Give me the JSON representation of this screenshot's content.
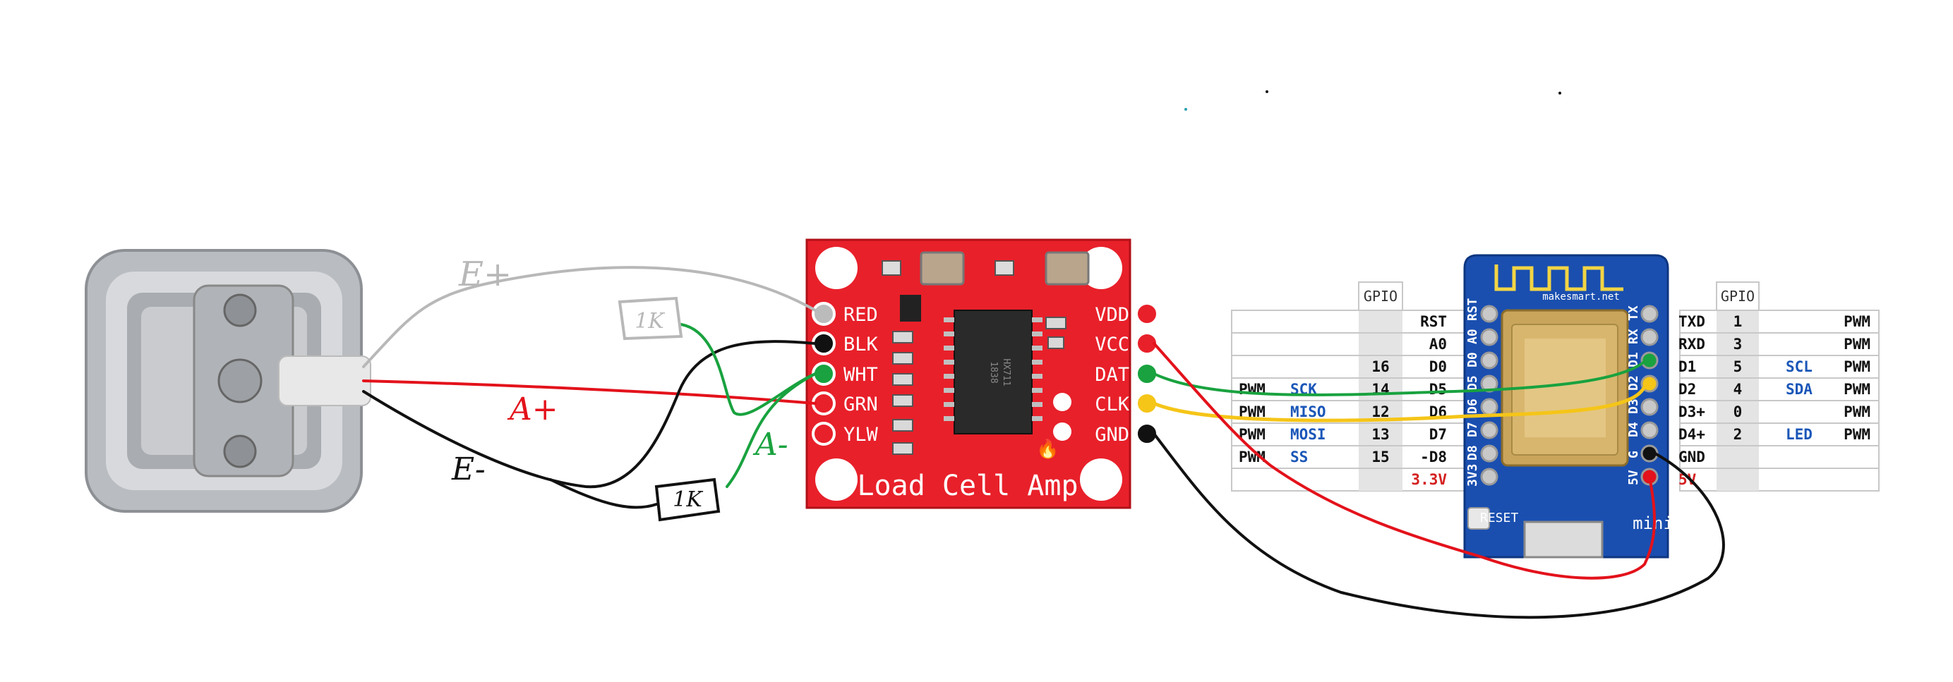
{
  "colors": {
    "board_red": "#e8202a",
    "wemos_blue": "#1a4fb0",
    "wire_red": "#e3121b",
    "wire_black": "#111111",
    "wire_green": "#19a23f",
    "wire_yellow": "#f5c518",
    "wire_gray": "#b8b8b8",
    "pin_blue": "#1a56b8",
    "power_red": "#d42020"
  },
  "load_cell": {
    "icon": "load-cell-icon",
    "labels": {
      "e_plus": "E+",
      "a_plus": "A+",
      "e_minus": "E-",
      "a_minus": "A-"
    },
    "resistors": [
      "1K",
      "1K"
    ]
  },
  "hx711": {
    "title": "Load Cell Amp",
    "chip_text": [
      "HX711",
      "1838"
    ],
    "left_pins": [
      "RED",
      "BLK",
      "WHT",
      "GRN",
      "YLW"
    ],
    "right_pins": [
      "VDD",
      "VCC",
      "DAT",
      "CLK",
      "GND"
    ]
  },
  "wemos": {
    "antenna_text": "makesmart.net",
    "brand": "mini",
    "reset_label": "RESET",
    "left_pins": [
      "RST",
      "A0",
      "D0",
      "D5",
      "D6",
      "D7",
      "D8",
      "3V3"
    ],
    "right_pins": [
      "TX",
      "RX",
      "D1",
      "D2",
      "D3",
      "D4",
      "G",
      "5V"
    ]
  },
  "pin_table": {
    "gpio_header": "GPIO",
    "left_rows": [
      {
        "func1": "",
        "func2": "",
        "gpio": "",
        "pin": "RST"
      },
      {
        "func1": "",
        "func2": "",
        "gpio": "",
        "pin": "A0"
      },
      {
        "func1": "",
        "func2": "",
        "gpio": "16",
        "pin": "D0"
      },
      {
        "func1": "PWM",
        "func2": "SCK",
        "gpio": "14",
        "pin": "D5"
      },
      {
        "func1": "PWM",
        "func2": "MISO",
        "gpio": "12",
        "pin": "D6"
      },
      {
        "func1": "PWM",
        "func2": "MOSI",
        "gpio": "13",
        "pin": "D7"
      },
      {
        "func1": "PWM",
        "func2": "SS",
        "gpio": "15",
        "pin": "-D8"
      },
      {
        "func1": "",
        "func2": "",
        "gpio": "",
        "pin": "3.3V"
      }
    ],
    "right_rows": [
      {
        "pin": "TXD",
        "gpio": "1",
        "func2": "",
        "func1": "PWM"
      },
      {
        "pin": "RXD",
        "gpio": "3",
        "func2": "",
        "func1": "PWM"
      },
      {
        "pin": "D1",
        "gpio": "5",
        "func2": "SCL",
        "func1": "PWM"
      },
      {
        "pin": "D2",
        "gpio": "4",
        "func2": "SDA",
        "func1": "PWM"
      },
      {
        "pin": "D3+",
        "gpio": "0",
        "func2": "",
        "func1": "PWM"
      },
      {
        "pin": "D4+",
        "gpio": "2",
        "func2": "LED",
        "func1": "PWM"
      },
      {
        "pin": "GND",
        "gpio": "",
        "func2": "",
        "func1": ""
      },
      {
        "pin": "5V",
        "gpio": "",
        "func2": "",
        "func1": ""
      }
    ]
  }
}
